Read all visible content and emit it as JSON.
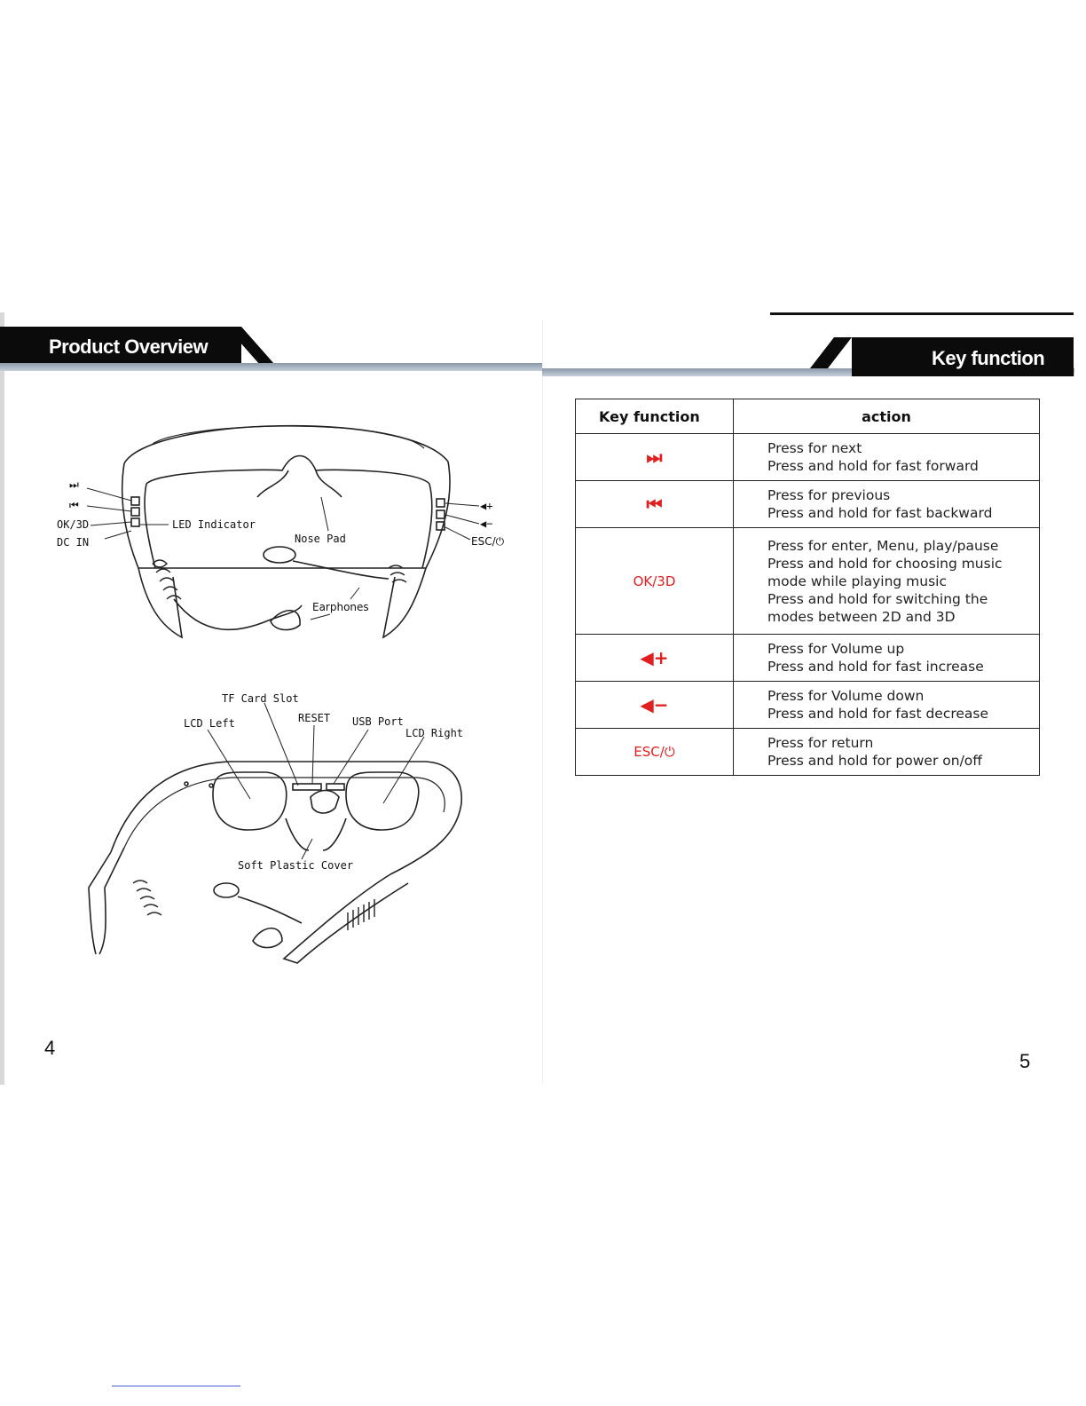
{
  "left_page": {
    "header": "Product Overview",
    "page_number": "4",
    "diagram_front_labels": {
      "next": "⏭",
      "prev": "⏮",
      "ok3d": "OK/3D",
      "dcin": "DC IN",
      "led": "LED Indicator",
      "nose": "Nose Pad",
      "volup": "◀+",
      "voldown": "◀−",
      "esc": "ESC/⏻",
      "earphones": "Earphones"
    },
    "diagram_back_labels": {
      "tf": "TF Card Slot",
      "lcd_left": "LCD Left",
      "reset": "RESET",
      "usb": "USB Port",
      "lcd_right": "LCD Right",
      "cover": "Soft Plastic Cover"
    }
  },
  "right_page": {
    "header": "Key function",
    "page_number": "5",
    "table": {
      "col_key": "Key function",
      "col_action": "action",
      "rows": [
        {
          "key": "⏭",
          "icon": "next-track-icon",
          "actions": [
            "Press for next",
            "Press and hold for fast forward"
          ]
        },
        {
          "key": "⏮",
          "icon": "previous-track-icon",
          "actions": [
            "Press for previous",
            "Press and hold for fast backward"
          ]
        },
        {
          "key": "OK/3D",
          "actions": [
            "Press for enter, Menu, play/pause",
            "Press and hold for choosing music",
            "mode while playing music",
            "Press and hold for switching the",
            "modes between 2D and 3D"
          ]
        },
        {
          "key": "◀+",
          "icon": "volume-up-icon",
          "actions": [
            "Press for Volume up",
            "Press and hold for fast increase"
          ]
        },
        {
          "key": "◀−",
          "icon": "volume-down-icon",
          "actions": [
            "Press for Volume down",
            "Press and hold for fast decrease"
          ]
        },
        {
          "key": "ESC/⏻",
          "actions": [
            "Press for return",
            "Press and hold for power on/off"
          ]
        }
      ]
    }
  },
  "colors": {
    "key_red": "#e02020",
    "header_bg": "#0b0b0b",
    "header_text": "#ffffff"
  }
}
